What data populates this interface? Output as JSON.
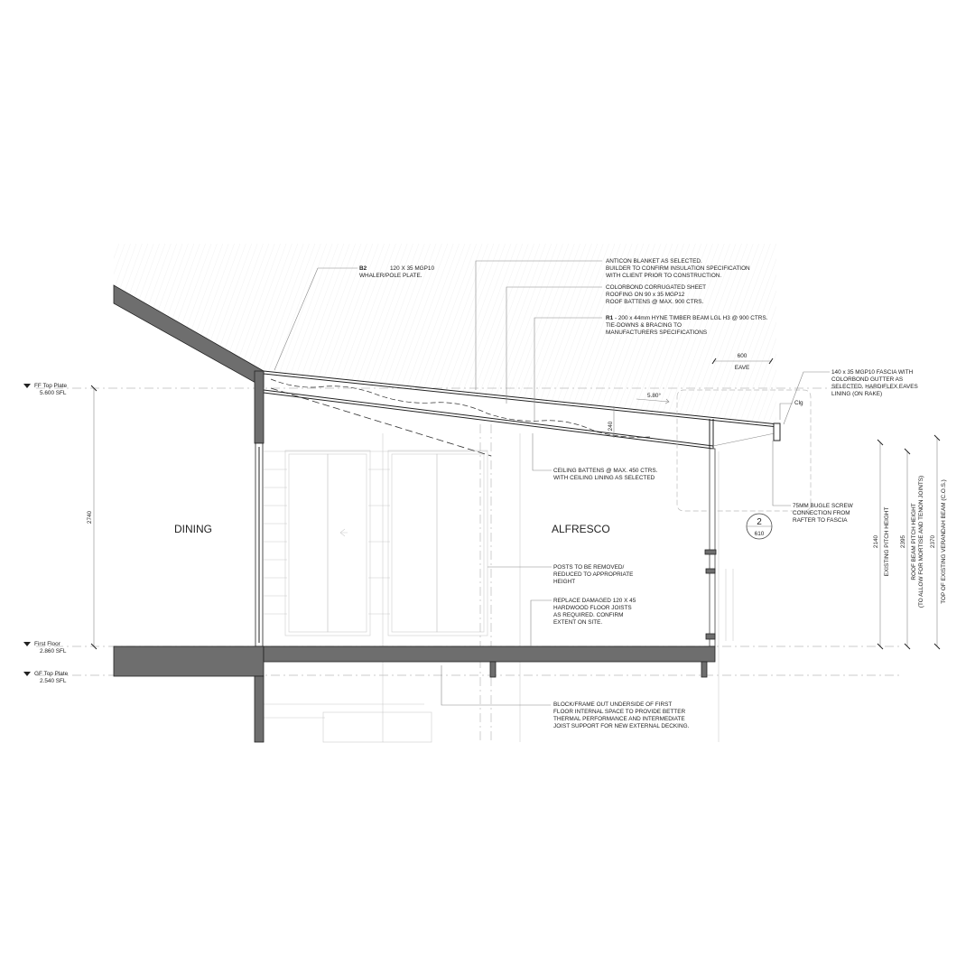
{
  "rooms": {
    "dining": "DINING",
    "alfresco": "ALFRESCO"
  },
  "levels": [
    {
      "name": "FF Top Plate",
      "value": "5.600 SFL"
    },
    {
      "name": "First Floor",
      "value": "2.860 SFL"
    },
    {
      "name": "GF Top Plate",
      "value": "2.540 SFL"
    }
  ],
  "dimensions": {
    "wall_height": "2740",
    "eave_value": "600",
    "eave_label": "EAVE",
    "pitch": "5.80°",
    "beam_depth": "240",
    "gutter_label": "Clg",
    "existing_pitch": "2140",
    "existing_pitch_label": "EXISTING PITCH HEIGHT",
    "roof_beam": "2395",
    "roof_beam_label": "ROOF BEAM PITCH HEIGHT",
    "roof_beam_sub": "(TO ALLOW FOR MORTISE AND TENON JOINTS)",
    "verandah": "2370",
    "verandah_label": "TOP OF EXISTING VERANDAH BEAM (C.O.S.)"
  },
  "section_marker": {
    "number": "2",
    "sheet": "610"
  },
  "notes": {
    "b2": {
      "tag": "B2",
      "spec": "120 X 35 MGP10",
      "lines": [
        "WHALER/POLE PLATE."
      ]
    },
    "anticon": {
      "lines": [
        "ANTICON BLANKET AS SELECTED.",
        "BUILDER TO CONFIRM INSULATION SPECIFICATION",
        "WITH CLIENT PRIOR TO CONSTRUCTION."
      ]
    },
    "colorbond": {
      "lines": [
        "COLORBOND CORRUGATED SHEET",
        "ROOFING ON 90 x 35 MGP12",
        "ROOF BATTENS @ MAX. 900 CTRS."
      ]
    },
    "r1": {
      "tag": "R1",
      "lines": [
        " - 200 x 44mm HYNE TIMBER BEAM LGL H3 @ 900 CTRS.",
        "TIE-DOWNS & BRACING TO",
        "MANUFACTURERS SPECIFICATIONS"
      ]
    },
    "fascia": {
      "lines": [
        "140 x 35 MGP10 FASCIA WITH",
        "COLORBOND GUTTER AS",
        "SELECTED. HARDIFLEX EAVES",
        "LINING (ON RAKE)"
      ]
    },
    "ceiling": {
      "lines": [
        "CEILING BATTENS @ MAX. 450 CTRS.",
        "WITH CEILING LINING AS SELECTED"
      ]
    },
    "screw": {
      "lines": [
        "75MM BUGLE SCREW",
        "CONNECTION FROM",
        "RAFTER TO FASCIA"
      ]
    },
    "posts": {
      "lines": [
        "POSTS TO BE REMOVED/",
        "REDUCED TO APPROPRIATE",
        "HEIGHT"
      ]
    },
    "joists": {
      "lines": [
        "REPLACE DAMAGED 120 X 45",
        "HARDWOOD FLOOR JOISTS",
        "AS REQUIRED. CONFIRM",
        "EXTENT ON SITE."
      ]
    },
    "block": {
      "lines": [
        "BLOCK/FRAME OUT UNDERSIDE OF FIRST",
        "FLOOR INTERNAL SPACE TO PROVIDE BETTER",
        "THERMAL PERFORMANCE AND INTERMEDIATE",
        "JOIST SUPPORT FOR NEW EXTERNAL DECKING."
      ]
    }
  },
  "colors": {
    "line": "#222222",
    "fill": "#6e6e6e",
    "guide": "#bbbbbb"
  }
}
